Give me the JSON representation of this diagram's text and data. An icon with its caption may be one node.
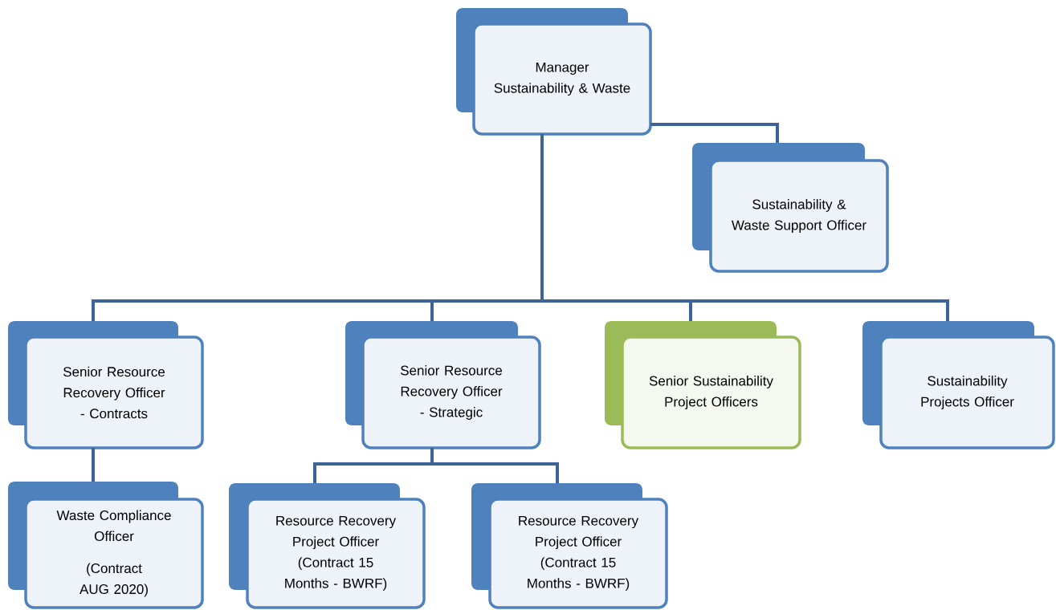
{
  "diagram": {
    "nodes": [
      {
        "text": [
          "Manager Sustainability & Waste"
        ]
      },
      {
        "text": [
          "Sustainability & Waste Support Officer"
        ]
      },
      {
        "text": [
          "Senior Resource Recovery Officer - Contracts"
        ]
      },
      {
        "text": [
          "Senior Resource Recovery Officer - Strategic"
        ]
      },
      {
        "text": [
          "Senior Sustainability Project Officers"
        ]
      },
      {
        "text": [
          "Sustainability Projects Officer"
        ]
      },
      {
        "text": [
          "Waste Compliance Officer",
          "(Contract AUG 2020)"
        ]
      },
      {
        "text": [
          "Resource Recovery Project Officer (Contract 15 Months - BWRF)"
        ]
      },
      {
        "text": [
          "Resource Recovery Project Officer (Contract 15 Months - BWRF)"
        ]
      }
    ],
    "edges": [
      {
        "from": 0,
        "to": 1,
        "arrow": "none"
      },
      {
        "from": 0,
        "to": 2,
        "arrow": "none"
      },
      {
        "from": 0,
        "to": 3,
        "arrow": "none"
      },
      {
        "from": 0,
        "to": 4,
        "arrow": "none"
      },
      {
        "from": 0,
        "to": 5,
        "arrow": "none"
      },
      {
        "from": 2,
        "to": 6,
        "arrow": "none"
      },
      {
        "from": 3,
        "to": 7,
        "arrow": "none"
      },
      {
        "from": 3,
        "to": 8,
        "arrow": "none"
      }
    ]
  }
}
